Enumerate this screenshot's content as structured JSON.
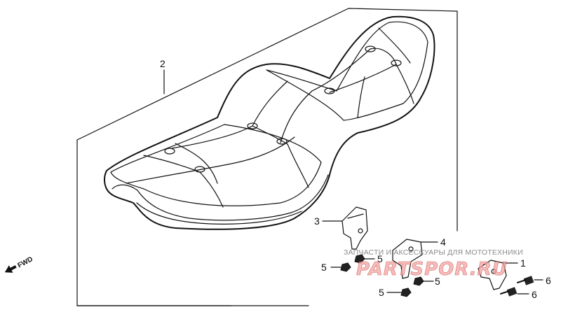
{
  "diagram": {
    "callouts": {
      "seat": "2",
      "bracket_left": "3",
      "bracket_right": "4",
      "bracket_small": "1",
      "nut_1": "5",
      "nut_2": "5",
      "nut_3": "5",
      "nut_4": "5",
      "bolt_1": "6",
      "bolt_2": "6"
    },
    "fwd_label": "FWD"
  },
  "watermark": {
    "subtitle": "ЗАПЧАСТИ И АКСЕССУАРЫ ДЛЯ МОТОТЕХНИКИ",
    "brand": "PARTSPOR.RU"
  }
}
